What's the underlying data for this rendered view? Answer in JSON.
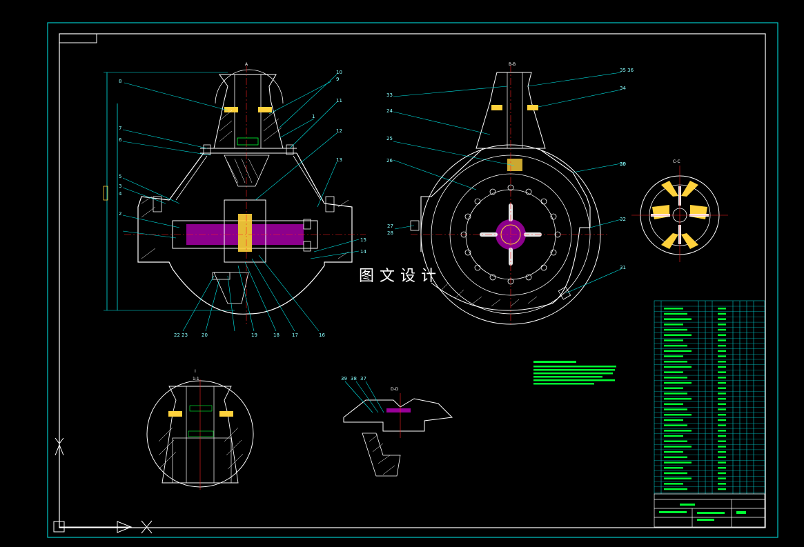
{
  "watermark": "图文设计",
  "colors": {
    "background": "#000000",
    "frame": "#00c8c8",
    "outline": "#ffffff",
    "leader": "#00e6e6",
    "centerline": "#ff2020",
    "hatch_yellow": "#ffd23c",
    "green_text": "#00ff33",
    "magenta": "#ff00ff"
  },
  "callouts": {
    "front": [
      "8",
      "9",
      "10",
      "11",
      "12",
      "13",
      "1",
      "7",
      "6",
      "5",
      "3",
      "4",
      "2",
      "15",
      "14",
      "22 23",
      "20",
      "19",
      "18",
      "17",
      "16"
    ],
    "side": [
      "33",
      "35 36",
      "34",
      "24",
      "25",
      "26",
      "27",
      "28",
      "29",
      "30",
      "32",
      "31"
    ],
    "detail": [
      "39",
      "38",
      "37"
    ]
  },
  "section_marks": {
    "a": "A",
    "b": "B-B",
    "c": "C-C",
    "d": "D-D"
  },
  "detail_scale": [
    "I",
    "1:1"
  ]
}
